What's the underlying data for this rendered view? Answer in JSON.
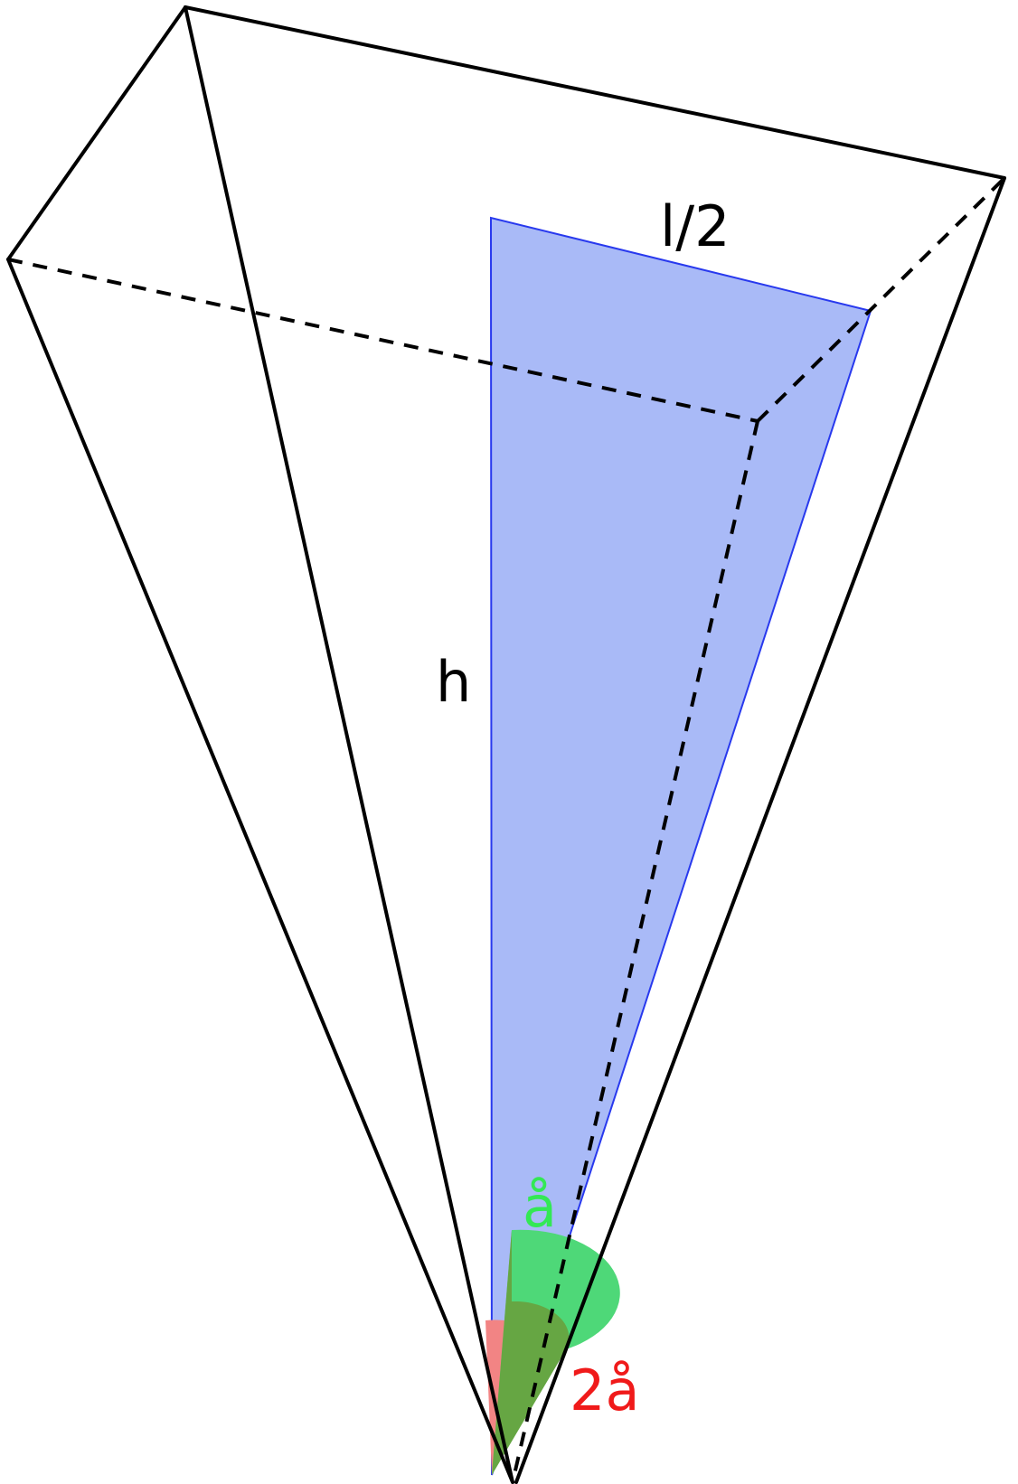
{
  "labels": {
    "half_side": "l/2",
    "height": "h",
    "angle": "å",
    "double_angle": "2å"
  },
  "colors": {
    "edge": "#000000",
    "section_fill": "#a7b8f7",
    "section_stroke": "#2233ee",
    "angle_sector": "#4ed878",
    "double_angle_sector": "#f28484",
    "overlap_sector": "#6b9e3a",
    "angle_label": "#33e855",
    "double_angle_label": "#f01a1a"
  }
}
